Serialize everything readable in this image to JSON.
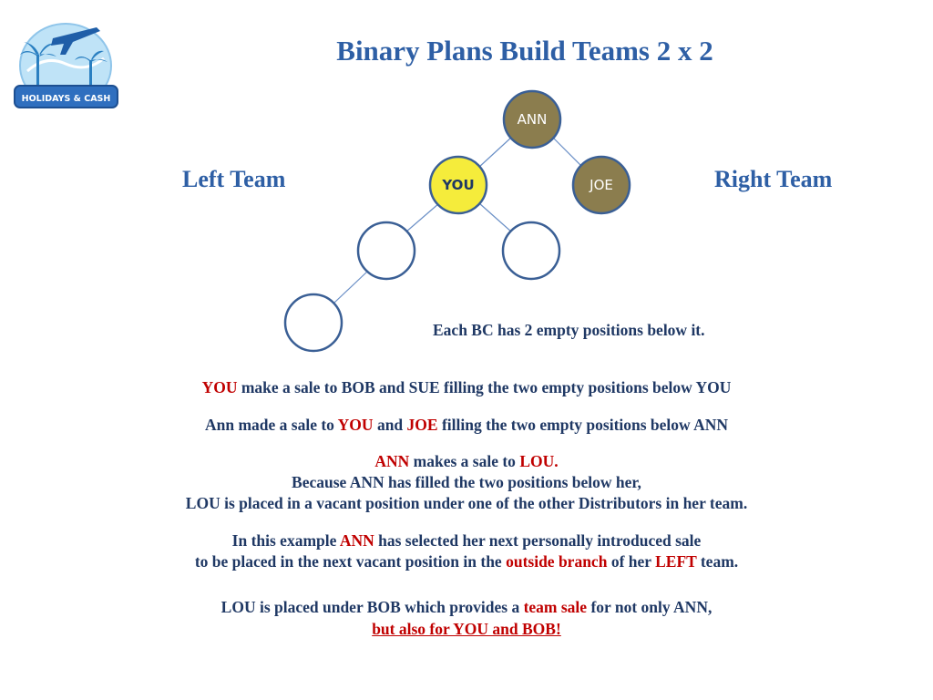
{
  "logo": {
    "text": "HOLIDAYS & CASH",
    "colors": {
      "badge": "#2f6fbf",
      "sky": "#bfe3f7",
      "palm": "#2a7fc1"
    }
  },
  "title": "Binary Plans Build Teams 2 x 2",
  "labels": {
    "left_team": "Left Team",
    "right_team": "Right Team"
  },
  "diagram": {
    "nodes": [
      {
        "id": "ann",
        "label": "ANN",
        "fill": "#8b7d4e",
        "text_color": "#ffffff"
      },
      {
        "id": "you",
        "label": "YOU",
        "fill": "#f5ec3b",
        "text_color": "#1f3864"
      },
      {
        "id": "joe",
        "label": "JOE",
        "fill": "#8b7d4e",
        "text_color": "#ffffff"
      },
      {
        "id": "empty_left",
        "label": ""
      },
      {
        "id": "empty_right",
        "label": ""
      },
      {
        "id": "empty_bottom",
        "label": ""
      }
    ],
    "edges": [
      [
        "ann",
        "you"
      ],
      [
        "ann",
        "joe"
      ],
      [
        "you",
        "empty_left"
      ],
      [
        "you",
        "empty_right"
      ],
      [
        "empty_left",
        "empty_bottom"
      ]
    ],
    "border_color": "#3a5f95",
    "empty_note": "Each BC has 2 empty positions below it."
  },
  "lines": {
    "l1": {
      "a": "YOU",
      "b": " make a sale to BOB and SUE filling the two empty positions below YOU"
    },
    "l2": {
      "a": "Ann made a sale to ",
      "b": "YOU",
      "c": " and ",
      "d": "JOE",
      "e": " filling the two empty positions below ANN"
    },
    "l3": {
      "a": "ANN",
      "b": " makes a sale to ",
      "c": "LOU."
    },
    "l4": "Because ANN has filled the two positions below her,",
    "l5": "LOU is placed in a vacant position under one of the other Distributors in her team.",
    "l6": {
      "a": "In this example ",
      "b": "ANN",
      "c": " has selected her next personally introduced sale"
    },
    "l7": {
      "a": "to be placed in the next vacant position in the ",
      "b": "outside branch",
      "c": " of her ",
      "d": "LEFT",
      "e": " team."
    },
    "l8": {
      "a": "LOU is placed under BOB which provides a ",
      "b": "team sale",
      "c": " for not only ANN,"
    },
    "l9": "but also for YOU and BOB!"
  },
  "colors": {
    "title": "#2e5fa5",
    "body": "#1f3864",
    "highlight": "#c00000"
  }
}
